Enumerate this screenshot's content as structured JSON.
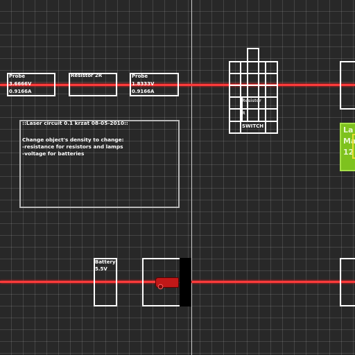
{
  "components": {
    "probe_a": {
      "title": "Probe",
      "voltage": "3.6666V",
      "current": "0.9166A"
    },
    "resistor": {
      "title": "Resistor 2R"
    },
    "probe_b": {
      "title": "Probe",
      "voltage": "1.8333V",
      "current": "0.9166A"
    },
    "switch": {
      "title": "SWITCH",
      "small_label": "Resistor",
      "small_sub": "R"
    },
    "battery": {
      "title": "Battery",
      "voltage": "5.5V"
    },
    "green_panel": {
      "line1": "La",
      "line2": "Ma",
      "line3": "12"
    }
  },
  "note": {
    "heading": "::Laser circuit 0.1 krzat 08-05-2010::",
    "line1": "Change object's density to change:",
    "line2": "-resistance for resistors and lamps",
    "line3": "-voltage for batteries"
  },
  "colors": {
    "background": "#282828",
    "laser": "#ff3b3b",
    "outline": "#ffffff",
    "note_border": "#b8b8b8",
    "green_panel": "#7ec21e",
    "emitter": "#c01818"
  }
}
